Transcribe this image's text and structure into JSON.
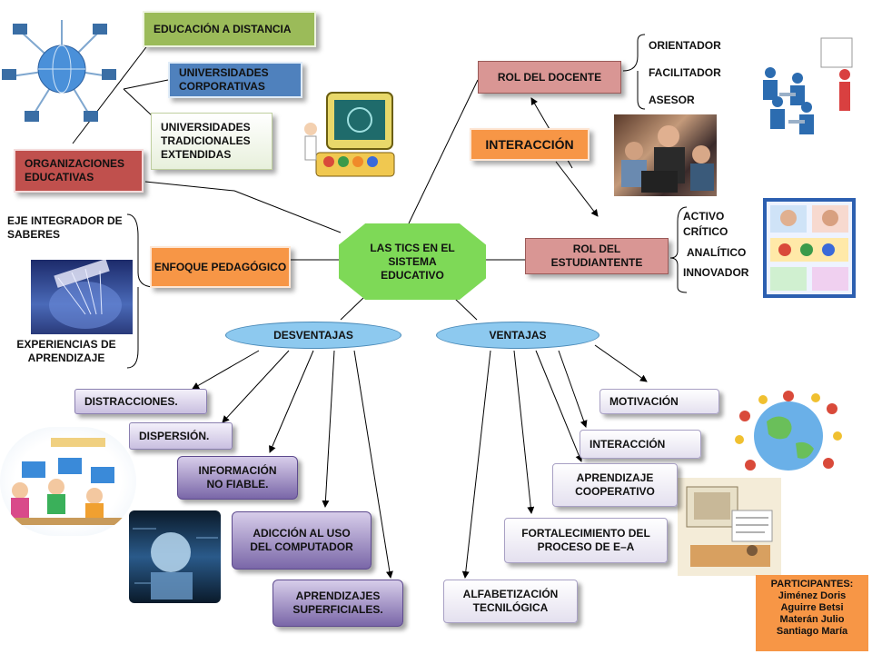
{
  "center": {
    "title": "LAS TICS EN EL SISTEMA EDUCATIVO"
  },
  "top_left": {
    "educacion": "EDUCACIÓN A DISTANCIA",
    "corporativas": "UNIVERSIDADES CORPORATIVAS",
    "tradicionales": "UNIVERSIDADES TRADICIONALES EXTENDIDAS",
    "organizaciones": "ORGANIZACIONES EDUCATIVAS"
  },
  "enfoque": {
    "title": "ENFOQUE PEDAGÓGICO",
    "eje": "EJE INTEGRADOR DE SABERES",
    "experiencias": "EXPERIENCIAS DE APRENDIZAJE"
  },
  "docente": {
    "title": "ROL DEL DOCENTE",
    "roles": [
      "ORIENTADOR",
      "FACILITADOR",
      "ASESOR"
    ],
    "interaccion": "INTERACCIÓN"
  },
  "estudiante": {
    "title": "ROL DEL ESTUDIANTENTE",
    "roles": [
      "ACTIVO",
      "CRÍTICO",
      "ANALÍTICO",
      "INNOVADOR"
    ]
  },
  "desventajas": {
    "title": "DESVENTAJAS",
    "items": [
      "DISTRACCIONES.",
      "DISPERSIÓN.",
      "INFORMACIÓN NO FIABLE.",
      "ADICCIÓN AL USO DEL COMPUTADOR",
      "APRENDIZAJES SUPERFICIALES."
    ]
  },
  "ventajas": {
    "title": "VENTAJAS",
    "items": [
      "MOTIVACIÓN",
      "INTERACCIÓN",
      "APRENDIZAJE COOPERATIVO",
      "FORTALECIMIENTO DEL PROCESO DE E–A",
      "ALFABETIZACIÓN TECNILÓGICA"
    ]
  },
  "participantes": {
    "title": "PARTICIPANTES:",
    "names": [
      "Jiménez Doris",
      "Aguirre Betsi",
      "Materán Julio",
      "Santiago María"
    ]
  },
  "colors": {
    "green_node": "#7ed957",
    "blue_box": "#4f81bd",
    "olive_box": "#9bbb59",
    "red_box": "#c0504d",
    "orange_box": "#f79646",
    "pink_box": "#d99694",
    "ellipse": "#8dc9ef"
  }
}
